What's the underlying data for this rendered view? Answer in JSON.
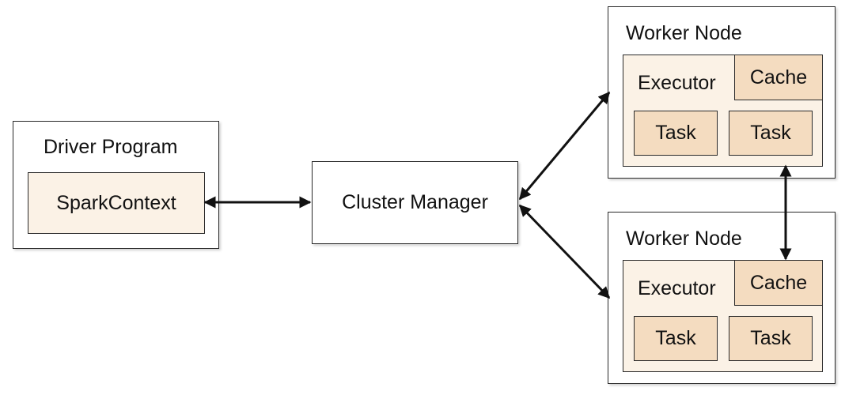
{
  "driver": {
    "title": "Driver Program",
    "context": "SparkContext"
  },
  "cluster_manager": {
    "label": "Cluster Manager"
  },
  "workers": [
    {
      "title": "Worker Node",
      "executor": "Executor",
      "cache": "Cache",
      "tasks": [
        "Task",
        "Task"
      ]
    },
    {
      "title": "Worker Node",
      "executor": "Executor",
      "cache": "Cache",
      "tasks": [
        "Task",
        "Task"
      ]
    }
  ],
  "colors": {
    "inner_fill": "#fbf2e6",
    "cell_fill": "#f4dcc0",
    "stroke": "#2a2a2a",
    "arrow": "#111111"
  }
}
